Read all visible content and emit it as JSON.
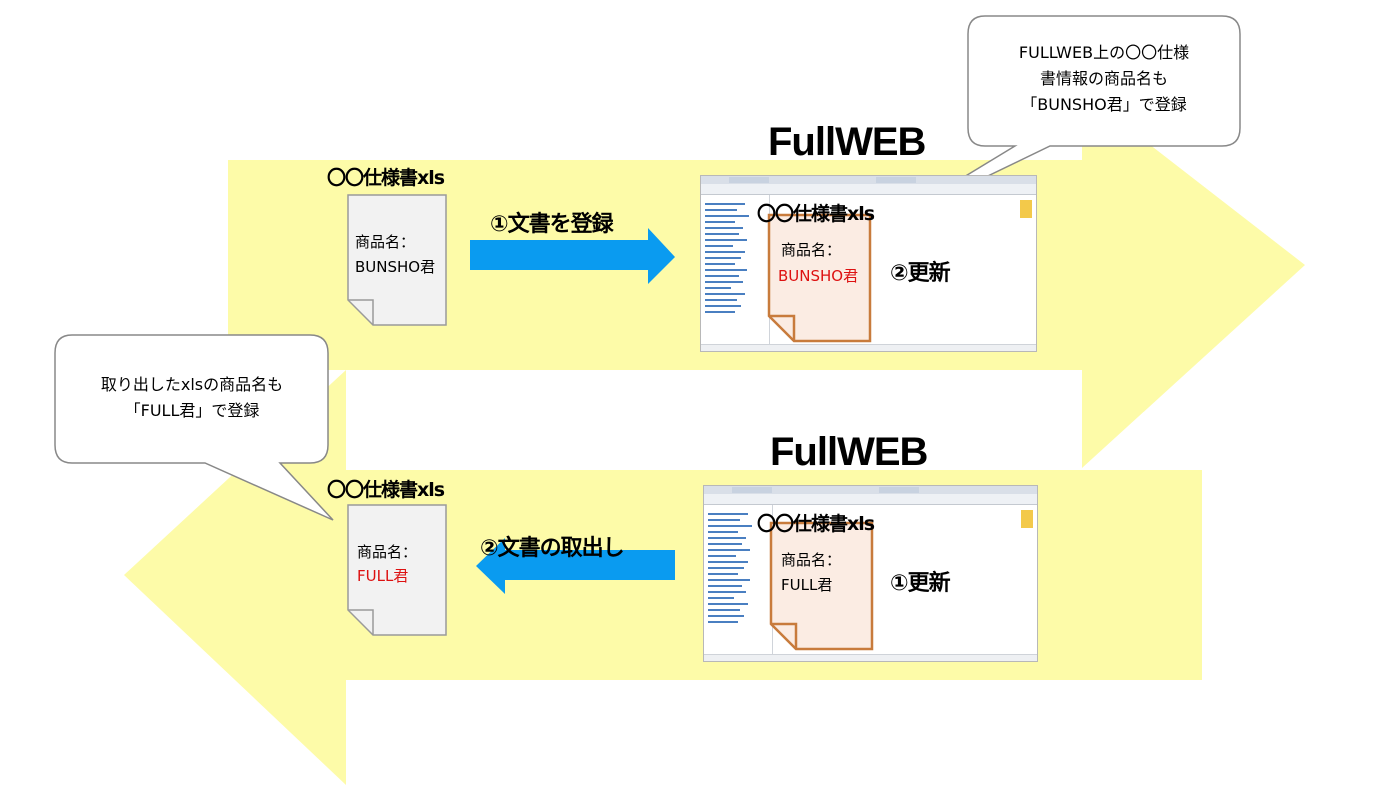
{
  "top_section": {
    "system_title": "FullWEB",
    "local_doc_title": "〇〇仕様書xls",
    "local_field_label": "商品名：",
    "local_field_value": "BUNSHO君",
    "step_register": "①文書を登録",
    "web_doc_title": "〇〇仕様書xls",
    "web_field_label": "商品名：",
    "web_field_value": "BUNSHO君",
    "step_update": "②更新",
    "callout_lines": [
      "FULLWEB上の〇〇仕様",
      "書情報の商品名も",
      "「BUNSHO君」で登録"
    ]
  },
  "bottom_section": {
    "system_title": "FullWEB",
    "local_doc_title": "〇〇仕様書xls",
    "local_field_label": "商品名：",
    "local_field_value": "FULL君",
    "step_checkout": "②文書の取出し",
    "web_doc_title": "〇〇仕様書xls",
    "web_field_label": "商品名：",
    "web_field_value": "FULL君",
    "step_update": "①更新",
    "callout_lines": [
      "取り出したxlsの商品名も",
      "「FULL君」で登録"
    ]
  },
  "colors": {
    "band_fill": "#fdfba8",
    "arrow_blue": "#0a9bf0",
    "doc_gray_fill": "#f2f2f2",
    "doc_gray_stroke": "#9a9a9a",
    "doc_orange_fill": "#fbece3",
    "doc_orange_stroke": "#c87b3c",
    "value_red": "#dd1111"
  }
}
